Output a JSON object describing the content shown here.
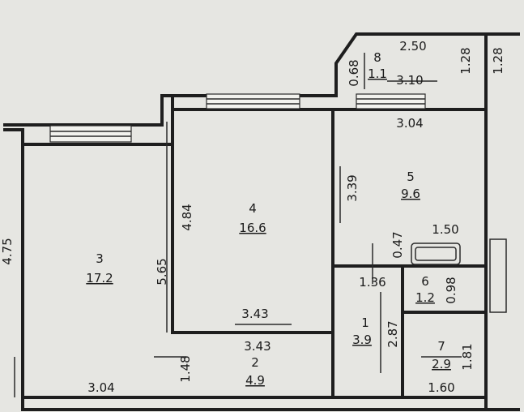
{
  "rooms": [
    {
      "number": "3",
      "area": "17.2"
    },
    {
      "number": "4",
      "area": "16.6"
    },
    {
      "number": "5",
      "area": "9.6"
    },
    {
      "number": "8",
      "area": "1.1"
    },
    {
      "number": "1",
      "area": "3.9"
    },
    {
      "number": "2",
      "area": "4.9"
    },
    {
      "number": "6",
      "area": "1.2"
    },
    {
      "number": "7",
      "area": "2.9"
    }
  ],
  "dimensions": {
    "d_475": "4.75",
    "d_565": "5.65",
    "d_304_bottom": "3.04",
    "d_484": "4.84",
    "d_343_upper": "3.43",
    "d_343_lower": "3.43",
    "d_148": "1.48",
    "d_250": "2.50",
    "d_068": "0.68",
    "d_310": "3.10",
    "d_304_top": "3.04",
    "d_128_a": "1.28",
    "d_128_b": "1.28",
    "d_339": "3.39",
    "d_047": "0.47",
    "d_150": "1.50",
    "d_136": "1.36",
    "d_098": "0.98",
    "d_287": "2.87",
    "d_181": "1.81",
    "d_160": "1.60"
  }
}
